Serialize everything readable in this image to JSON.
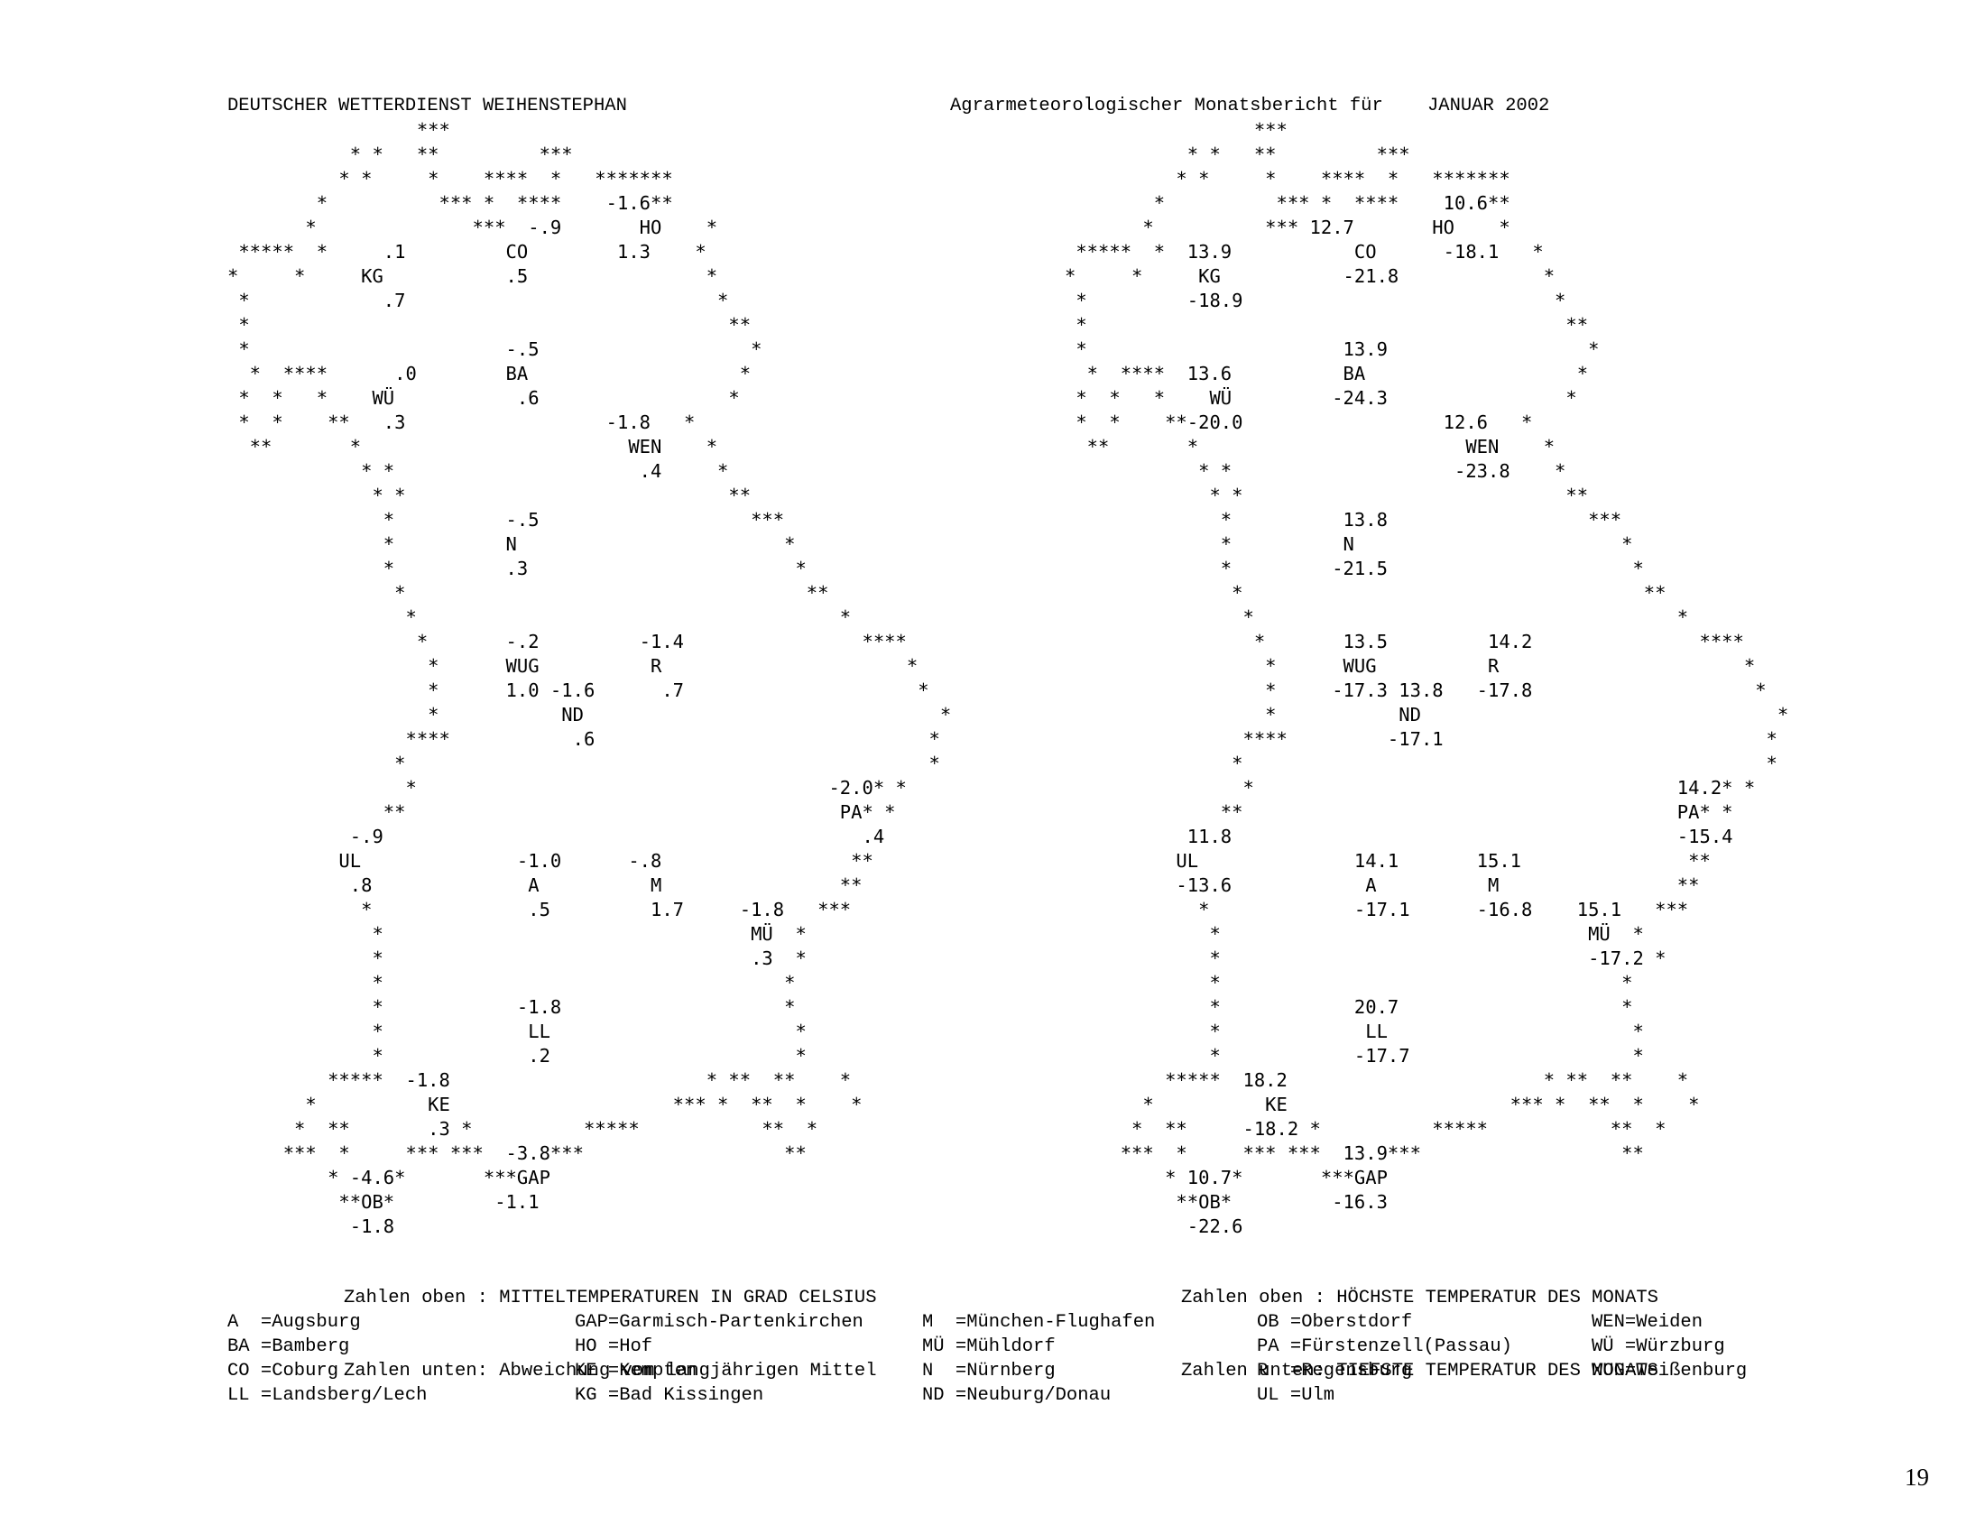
{
  "header": {
    "left": "DEUTSCHER WETTERDIENST WEIHENSTEPHAN",
    "right": "Agrarmeteorologischer Monatsbericht für    JANUAR 2002"
  },
  "maps": {
    "left": "                 ***\n           * *   **         ***\n          * *     *    ****  *   *******\n        *          *** *  ****    -1.6**\n       *              ***  -.9       HO    *\n *****  *     .1         CO        1.3    *\n*     *     KG           .5                *\n *            .7                            *\n *                                           **\n *                       -.5                   *\n  *  ****      .0        BA                   *\n *  *   *    WÜ           .6                 *\n *  *    **   .3                  -1.8   *\n  **       *                        WEN    *\n            * *                      .4     *\n             * *                             **\n              *          -.5                   ***\n              *          N                        *\n              *          .3                        *\n               *                                    **\n                *                                      *\n                 *       -.2         -1.4                ****\n                  *      WUG          R                      *\n                  *      1.0 -1.6      .7                     *\n                  *           ND                                *\n                ****           .6                              *\n               *                                               *\n                *                                     -2.0* *\n              **                                       PA* *\n           -.9                                           .4\n          UL              -1.0      -.8                 **\n           .8              A          M                **\n            *              .5         1.7     -1.8   ***\n             *                                 MÜ  *\n             *                                 .3  *\n             *                                    *\n             *            -1.8                    *\n             *             LL                      *\n             *             .2                      *\n         *****  -1.8                       * **  **    *\n       *          KE                    *** *  **  *    *\n      *  **       .3 *          *****           **  *\n     ***  *     *** ***  -3.8***                  **\n         * -4.6*       ***GAP\n          **OB*         -1.1\n           -1.8",
    "right": "                 ***\n           * *   **         ***\n          * *     *    ****  *   *******\n        *          *** *  ****    10.6**\n       *          *** 12.7       HO    *\n *****  *  13.9           CO      -18.1   *\n*     *     KG           -21.8             *\n *         -18.9                            *\n *                                           **\n *                       13.9                  *\n  *  ****  13.6          BA                   *\n *  *   *    WÜ         -24.3                *\n *  *    **-20.0                  12.6   *\n  **       *                        WEN    *\n            * *                    -23.8    *\n             * *                             **\n              *          13.8                  ***\n              *          N                        *\n              *         -21.5                      *\n               *                                    **\n                *                                      *\n                 *       13.5         14.2               ****\n                  *      WUG          R                      *\n                  *     -17.3 13.8   -17.8                    *\n                  *           ND                                *\n                ****         -17.1                             *\n               *                                               *\n                *                                      14.2* *\n              **                                       PA* *\n           11.8                                        -15.4\n          UL              14.1       15.1               **\n          -13.6            A          M                **\n            *             -17.1      -16.8    15.1   ***\n             *                                 MÜ  *\n             *                                 -17.2 *\n             *                                    *\n             *            20.7                    *\n             *             LL                      *\n             *            -17.7                    *\n         *****  18.2                       * **  **    *\n       *          KE                    *** *  **  *    *\n      *  **     -18.2 *          *****           **  *\n     ***  *     *** ***  13.9***                  **\n         * 10.7*       ***GAP\n          **OB*         -16.3\n           -22.6"
  },
  "captions": {
    "left_line1": "Zahlen oben : MITTELTEMPERATUREN IN GRAD CELSIUS",
    "left_line2": "Zahlen unten: Abweichung vom langjährigen Mittel",
    "right_line1": "Zahlen oben : HÖCHSTE TEMPERATUR DES MONATS",
    "right_line2": "Zahlen unten: TIEFSTE TEMPERATUR DES MONATS"
  },
  "legend": {
    "col1": [
      "A  =Augsburg",
      "BA =Bamberg",
      "CO =Coburg",
      "LL =Landsberg/Lech"
    ],
    "col2": [
      "GAP=Garmisch-Partenkirchen",
      "HO =Hof",
      "KE =Kempten",
      "KG =Bad Kissingen"
    ],
    "col3": [
      "M  =München-Flughafen",
      "MÜ =Mühldorf",
      "N  =Nürnberg",
      "ND =Neuburg/Donau"
    ],
    "col4": [
      "OB =Oberstdorf",
      "PA =Fürstenzell(Passau)",
      "R  =Regensburg",
      "UL =Ulm"
    ],
    "col5": [
      "WEN=Weiden",
      "WÜ =Würzburg",
      "WUG=Weißenburg"
    ]
  },
  "page_number": "19"
}
